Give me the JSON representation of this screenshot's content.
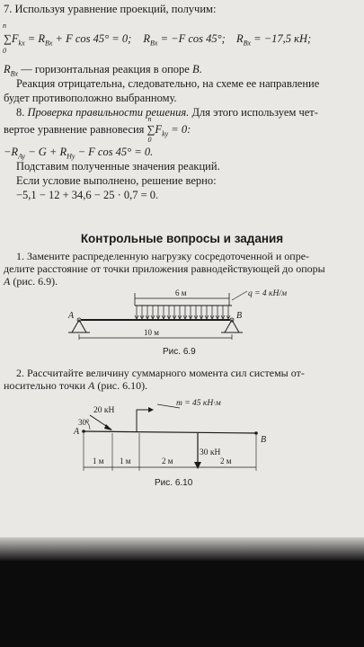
{
  "lines": {
    "l1": "7. Используя уравнение проекций, получим:",
    "l2a": "∑F",
    "l2b": "kx",
    "l2c": " = R",
    "l2d": "Bx",
    "l2e": " + F cos 45° = 0;",
    "l2f": "R",
    "l2g": "Bx",
    "l2h": " = −F cos 45°;",
    "l2i": "R",
    "l2j": "Bx",
    "l2k": " = −17,5 кН;",
    "sum_top": "n",
    "sum_bot": "0",
    "l3a": "R",
    "l3b": "Bx",
    "l3c": " — горизонтальная реакция в опоре ",
    "l3d": "B",
    "l3e": ".",
    "l4": "Реакция отрицательна, следовательно, на схеме ее направление",
    "l5": "будет противоположно выбранному.",
    "l6a": "8. ",
    "l6b": "Проверка правильности решения.",
    "l6c": " Для этого используем чет-",
    "l7a": "вертое уравнение равновесия ",
    "l7b": "∑F",
    "l7c": "ky",
    "l7d": " = 0:",
    "l8": "−R",
    "l8b": "Ay",
    "l8c": " − G + R",
    "l8d": "Hy",
    "l8e": " − F cos 45° = 0.",
    "l9": "Подставим полученные значения реакций.",
    "l10": "Если условие выполнено, решение верно:",
    "l11": "−5,1 − 12 + 34,6 − 25 · 0,7 = 0."
  },
  "heading": "Контрольные вопросы и задания",
  "q1": {
    "line1": "1. Замените распределенную нагрузку сосредоточенной и опре-",
    "line2": "делите расстояние от точки приложения равнодействующей до опоры",
    "line3a": "A",
    "line3b": " (рис. 6.9)."
  },
  "fig69": {
    "dim_top": "6 м",
    "load": "q = 4 кН/м",
    "label_a": "A",
    "label_b": "B",
    "dim_bottom": "10 м",
    "caption": "Рис. 6.9"
  },
  "q2": {
    "line1": "2. Рассчитайте величину суммарного момента сил системы от-",
    "line2a": "носительно точки ",
    "line2b": "A",
    "line2c": " (рис. 6.10)."
  },
  "fig610": {
    "moment": "m = 45 кН·м",
    "force1": "20 кН",
    "angle": "30°",
    "label_a": "A",
    "label_b": "B",
    "force2": "30 кН",
    "dim1": "1 м",
    "dim2": "1 м",
    "dim3": "2 м",
    "dim4": "2 м",
    "caption": "Рис. 6.10"
  },
  "colors": {
    "paper": "#e9e8e5",
    "ink": "#1b1b1b",
    "background": "#0c0c0c"
  }
}
